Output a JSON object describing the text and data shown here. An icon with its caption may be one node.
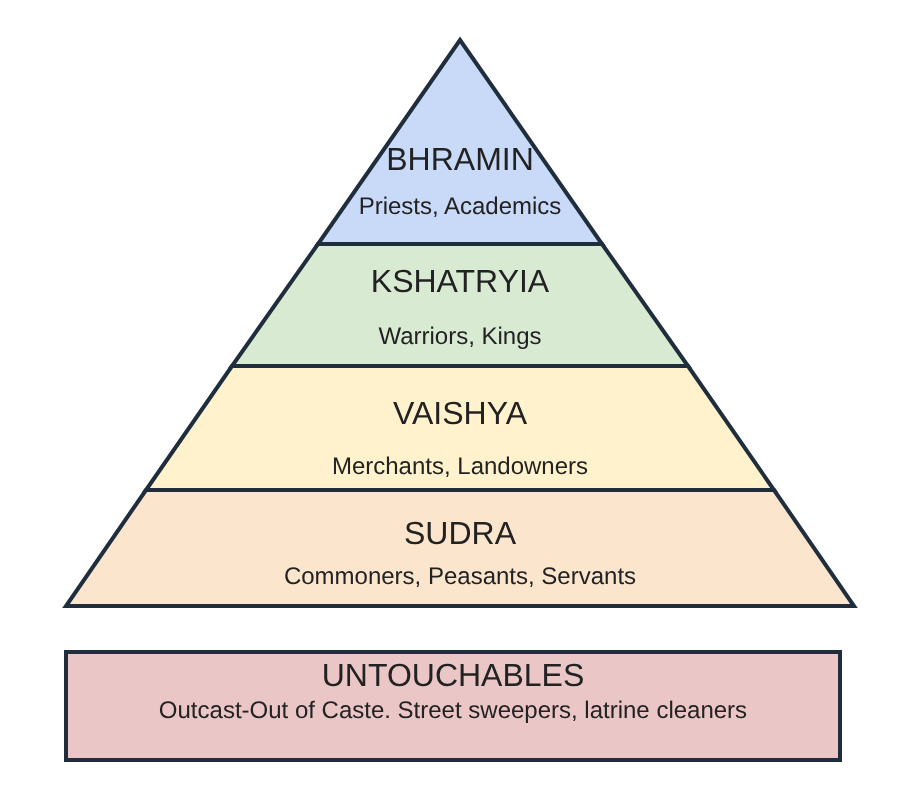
{
  "diagram": {
    "nodes": [
      {
        "text": [
          "BHRAMIN",
          "Priests, Academics"
        ]
      },
      {
        "text": [
          "KSHATRYIA",
          "Warriors, Kings"
        ]
      },
      {
        "text": [
          "VAISHYA",
          "Merchants, Landowners"
        ]
      },
      {
        "text": [
          "SUDRA",
          "Commoners, Peasants, Servants"
        ]
      },
      {
        "text": [
          "UNTOUCHABLES",
          "Outcast-Out of Caste. Street sweepers, latrine cleaners"
        ]
      }
    ]
  }
}
